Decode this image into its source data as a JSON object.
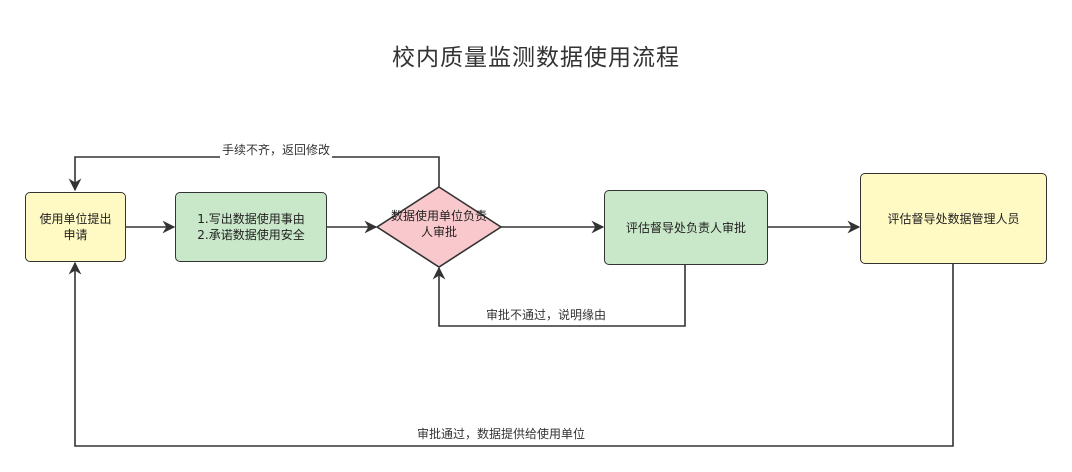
{
  "title": "校内质量监测数据使用流程",
  "nodes": {
    "apply": "使用单位提出\n申请",
    "write": "1.写出数据使用事由\n2.承诺数据使用安全",
    "approve_unit": "数据使用单位负责\n人审批",
    "approve_office": "评估督导处负责人审批",
    "admin": "评估督导处数据管理人员"
  },
  "edges": {
    "incomplete": "手续不齐，返回修改",
    "rejected": "审批不通过，说明缘由",
    "approved": "审批通过，数据提供给使用单位"
  },
  "colors": {
    "yellow_fill": "#fff9c4",
    "green_fill": "#c9e7c9",
    "pink_fill": "#f8c8cc",
    "stroke": "#333333"
  }
}
